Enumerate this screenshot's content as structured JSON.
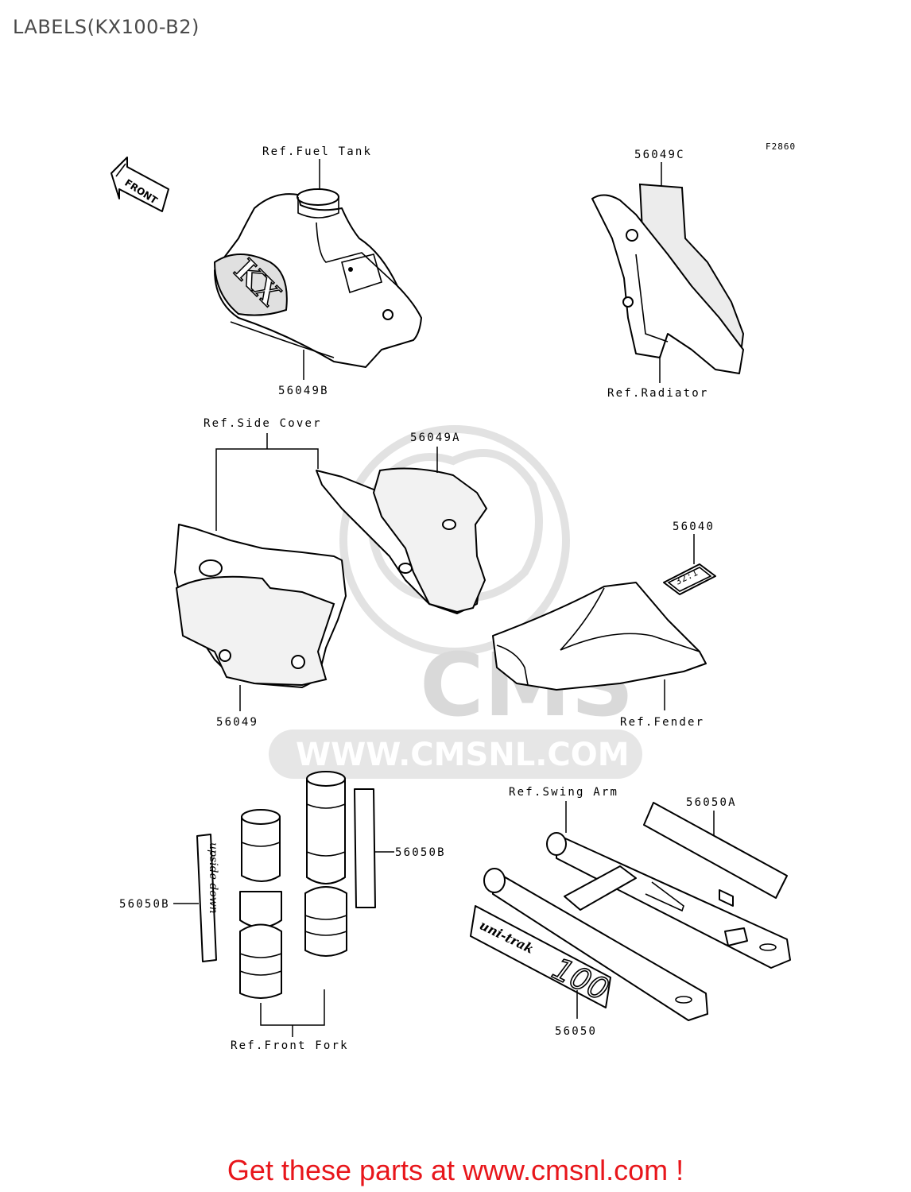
{
  "title": "LABELS(KX100-B2)",
  "figure_code": "F2860",
  "front_arrow_label": "FRONT",
  "labels": {
    "ref_fuel_tank": "Ref.Fuel Tank",
    "p56049B": "56049B",
    "p56049C": "56049C",
    "ref_radiator": "Ref.Radiator",
    "ref_side_cover": "Ref.Side Cover",
    "p56049A": "56049A",
    "p56040": "56040",
    "decal_56040_text": "32:1",
    "p56049": "56049",
    "ref_fender": "Ref.Fender",
    "ref_swing_arm": "Ref.Swing Arm",
    "p56050A": "56050A",
    "p56050B_right": "56050B",
    "p56050B_left": "56050B",
    "ref_front_fork": "Ref.Front Fork",
    "p56050": "56050",
    "decal_tank_text": "KX",
    "decal_fork_text": "upside down",
    "decal_swingarm_text": "uni-trak",
    "decal_swingarm_number": "100"
  },
  "watermark": {
    "logo_text": "CMS",
    "url": "WWW.CMSNL.COM"
  },
  "footer": "Get these parts at www.cmsnl.com !"
}
